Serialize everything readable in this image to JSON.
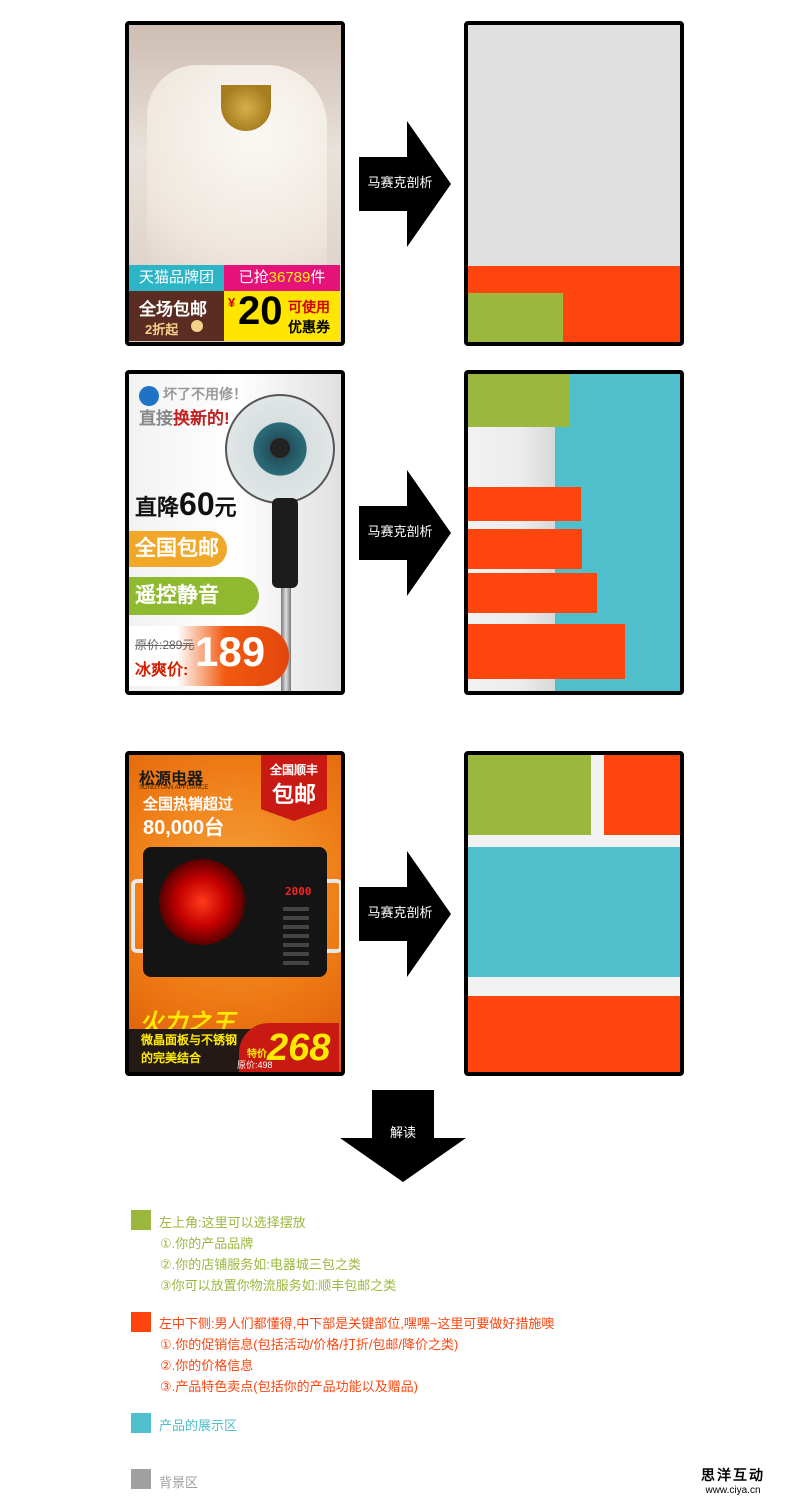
{
  "colors": {
    "green": "#9cb73d",
    "orange": "#ff450e",
    "teal": "#4fbfcb",
    "gray": "#e0e0e0",
    "light_gray": "#f2f2f2",
    "legend_bg_square": "#a0a0a0"
  },
  "arrow_label": "马赛克剖析",
  "down_arrow_label": "解读",
  "example1": {
    "tag_brand": "天猫品牌团",
    "tag_sold_prefix": "已抢",
    "tag_sold_num": "36789",
    "tag_sold_unit": "件",
    "free_ship": "全场包邮",
    "discount": "2折起",
    "currency": "¥",
    "coupon_value": "20",
    "coupon_line1": "可使用",
    "coupon_line2": "优惠券"
  },
  "example2": {
    "headline1": "坏了不用修！",
    "headline2_a": "直接",
    "headline2_b": "换新的!",
    "drop_prefix": "直降",
    "drop_value": "60",
    "drop_unit": "元",
    "feature1": "全国包邮",
    "feature2": "遥控静音",
    "original_price": "原价:289元",
    "price_label": "冰爽价:",
    "price": "189"
  },
  "example3": {
    "brand": "松源电器",
    "brand_sub": "SONGYUAN APPLIANCE",
    "hot_line1": "全国热销超过",
    "hot_line2": "80,000台",
    "ribbon_line1": "全国顺丰",
    "ribbon_line2": "包邮",
    "display": "2000",
    "slogan": "火力之王",
    "sub1": "微晶面板与不锈钢",
    "sub2": "的完美结合",
    "special_label": "特价",
    "original_price": "原价:498",
    "price": "268"
  },
  "legend": {
    "green": {
      "title": "左上角:这里可以选择摆放",
      "items": [
        "①.你的产品品牌",
        "②.你的店铺服务如:电器城三包之类",
        "③你可以放置你物流服务如:顺丰包邮之类"
      ]
    },
    "orange": {
      "title": "左中下侧:男人们都懂得,中下部是关键部位,嘿嘿~这里可要做好措施噢",
      "items": [
        "①.你的促销信息(包括活动/价格/打折/包邮/降价之类)",
        "②.你的价格信息",
        "③.产品特色卖点(包括你的产品功能以及赠品)"
      ]
    },
    "teal": {
      "title": "产品的展示区"
    },
    "gray": {
      "title": "背景区"
    }
  },
  "watermark": {
    "line1": "思洋互动",
    "line2": "www.ciya.cn"
  }
}
